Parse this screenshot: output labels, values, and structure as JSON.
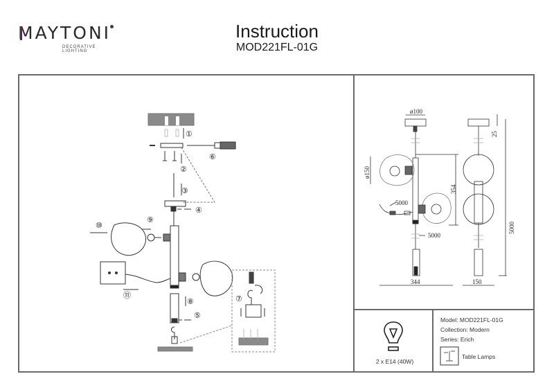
{
  "brand": {
    "name": "MAYTONI",
    "tagline": "DECORATIVE LIGHTING",
    "accent_color": "#5a2a58"
  },
  "header": {
    "title": "Instruction",
    "model_code": "MOD221FL-01G"
  },
  "assembly_steps": [
    "①",
    "②",
    "③",
    "④",
    "⑤",
    "⑥",
    "⑦",
    "⑧",
    "⑨",
    "⑩",
    "⑪"
  ],
  "dimensions": {
    "canopy_diameter": "ø100",
    "shade_diameter": "ø150",
    "body_height": "354",
    "cable_length_plug": "5000",
    "cable_length_lower": "5000",
    "total_length": "5000",
    "canopy_height": "25",
    "width_front": "344",
    "width_side": "150"
  },
  "specs": {
    "bulb": "2 x E14 (40W)",
    "model": "Model: MOD221FL-01G",
    "collection": "Collection: Modern",
    "series": "Series: Erich",
    "category": "Table Lamps"
  },
  "icons": {
    "bulb": "lightbulb-icon",
    "category": "table-lamp-icon"
  }
}
